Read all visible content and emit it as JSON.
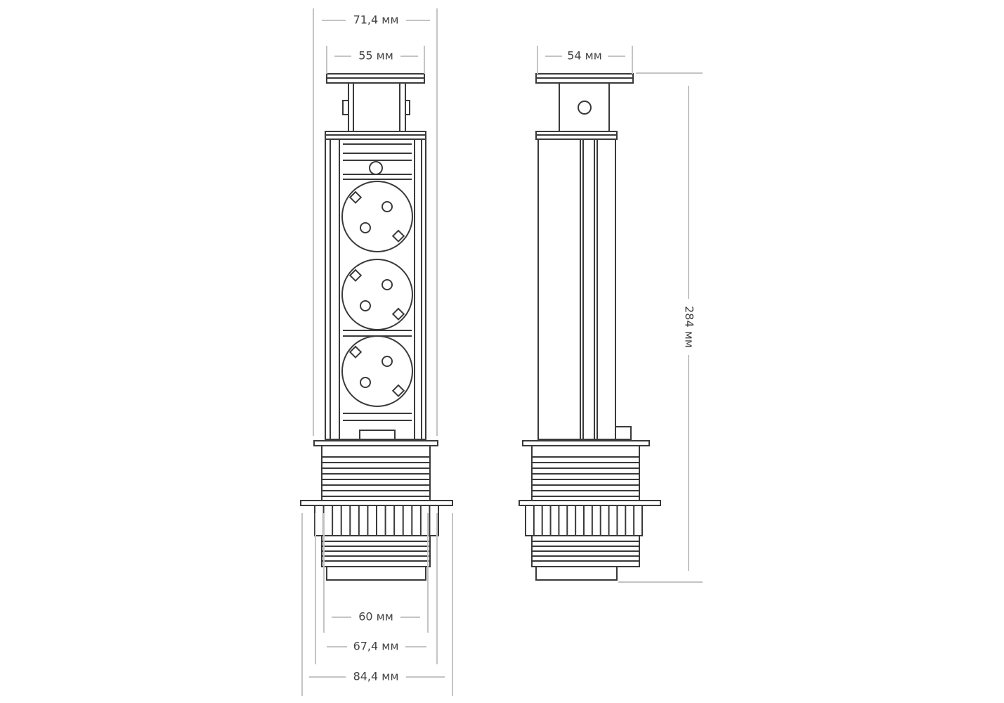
{
  "dimensions": {
    "front_outer_width": "71,4 мм",
    "front_cap_width": "55 мм",
    "side_cap_width": "54 мм",
    "height": "284 мм",
    "cutout_inner": "60 мм",
    "cutout_mid": "67,4 мм",
    "flange_width": "84,4 мм"
  },
  "colors": {
    "line": "#3a3a3a",
    "dimension": "#c4c4c4",
    "text": "#444444"
  }
}
